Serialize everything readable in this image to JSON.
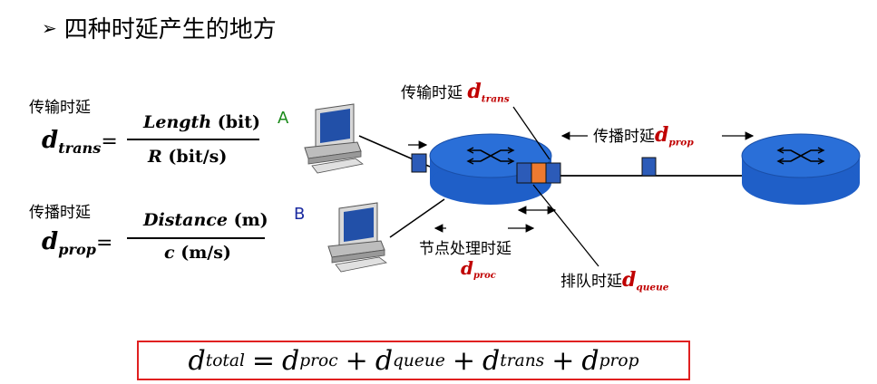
{
  "title": {
    "bullet": "➢",
    "text": "四种时延产生的地方"
  },
  "formulas": {
    "trans": {
      "label": "传输时延",
      "symbol": "d",
      "sub": "trans",
      "eq": "=",
      "num_var": "Length",
      "num_unit": "(bit)",
      "den_var": "R",
      "den_unit": "(bit/s)"
    },
    "prop": {
      "label": "传播时延",
      "symbol": "d",
      "sub": "prop",
      "eq": "=",
      "num_var": "Distance",
      "num_unit": "(m)",
      "den_var": "c",
      "den_unit": "(m/s)"
    }
  },
  "hosts": {
    "a": "A",
    "b": "B"
  },
  "annotations": {
    "trans": {
      "text": "传输时延",
      "symbol": "d",
      "sub": "trans"
    },
    "prop": {
      "text": "传播时延",
      "symbol": "d",
      "sub": "prop"
    },
    "proc": {
      "text": "节点处理时延",
      "symbol": "d",
      "sub": "proc"
    },
    "queue": {
      "text": "排队时延",
      "symbol": "d",
      "sub": "queue"
    }
  },
  "total": {
    "d": "d",
    "s_total": "total",
    "eq": "=",
    "s_proc": "proc",
    "s_queue": "queue",
    "s_trans": "trans",
    "s_prop": "prop",
    "plus": "+"
  },
  "colors": {
    "router": "#1f5fc8",
    "router_top": "#2a6fd8",
    "packet": "#2c5bb8",
    "queue_packet": "#ee7a30",
    "accent": "#c00000",
    "box": "#e02020"
  }
}
